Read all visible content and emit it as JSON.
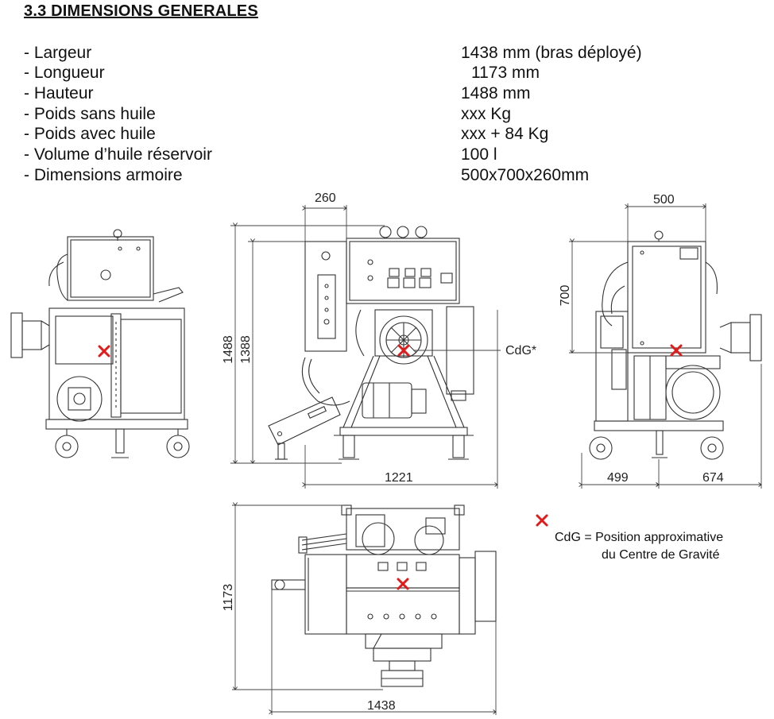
{
  "section": {
    "title": "3.3 DIMENSIONS GENERALES"
  },
  "specs": [
    {
      "label": "- Largeur",
      "value": "1438 mm (bras déployé)"
    },
    {
      "label": "- Longueur",
      "value": "1173 mm"
    },
    {
      "label": "- Hauteur",
      "value": "1488 mm"
    },
    {
      "label": "- Poids sans huile",
      "value": "xxx Kg"
    },
    {
      "label": "- Poids avec huile",
      "value": "xxx + 84 Kg"
    },
    {
      "label": "- Volume d’huile réservoir",
      "value": "100 l"
    },
    {
      "label": "- Dimensions armoire",
      "value": "500x700x260mm"
    }
  ],
  "front_view": {
    "dim_width_top": "260",
    "dim_height_outer": "1488",
    "dim_height_inner": "1388",
    "dim_width_bottom": "1221",
    "cog_label": "CdG*"
  },
  "right_view": {
    "dim_width_top": "500",
    "dim_height": "700",
    "dim_bottom_left": "499",
    "dim_bottom_right": "674"
  },
  "top_view": {
    "dim_height": "1173",
    "dim_width": "1438"
  },
  "legend": {
    "line1": "CdG = Position approximative",
    "line2": "du Centre de Gravité",
    "marker_color": "#e01b1b"
  }
}
